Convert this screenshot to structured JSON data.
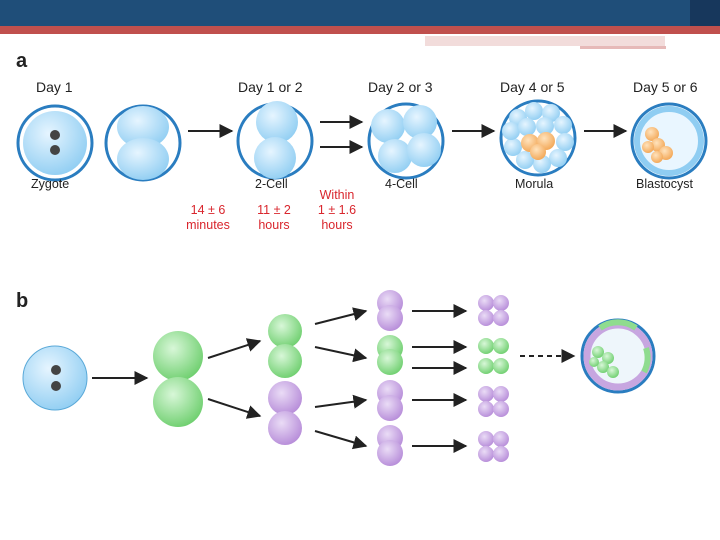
{
  "panel_a": {
    "label": "a",
    "days": [
      "Day 1",
      "Day 1 or 2",
      "Day 2 or 3",
      "Day 4 or 5",
      "Day 5 or 6"
    ],
    "stages": [
      "Zygote",
      "2-Cell",
      "4-Cell",
      "Morula",
      "Blastocyst"
    ],
    "timings": [
      {
        "value": "14 ± 6",
        "unit": "minutes"
      },
      {
        "value": "11 ± 2",
        "unit": "hours"
      },
      {
        "value": "Within",
        "value2": "1 ± 1.6",
        "unit": "hours"
      }
    ]
  },
  "panel_b": {
    "label": "b"
  },
  "colors": {
    "header": "#1f4e79",
    "accent_red": "#c0504d",
    "cell_blue": "#a9d8f5",
    "cell_green": "#8fdc8f",
    "cell_purple": "#c7a6e0",
    "inner_mass": "#f5b871",
    "timing_text": "#d9262d"
  }
}
